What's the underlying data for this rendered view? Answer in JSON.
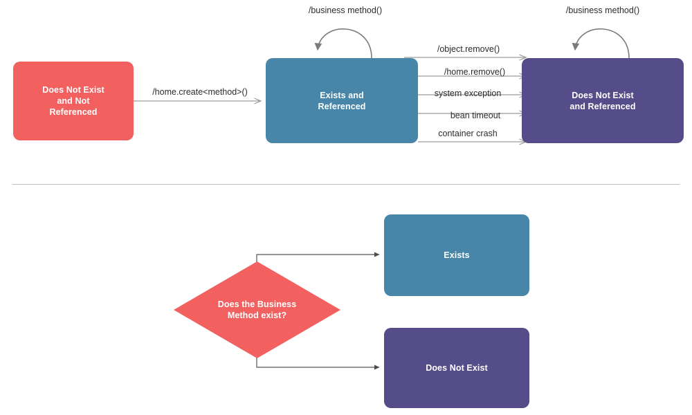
{
  "diagram": {
    "title_present": false,
    "colors": {
      "red": "#f2605f",
      "blue": "#4786a9",
      "purple": "#544d89",
      "edge": "#8a8a8a",
      "edge_dark": "#5a5a5a",
      "divider": "#bdbdbd",
      "text_on_shape": "#ffffff",
      "label_text": "#2b2b2b"
    },
    "sections": [
      {
        "name": "lifecycle-state-diagram",
        "nodes": [
          {
            "id": "does-not-exist-not-referenced",
            "label": "Does Not Exist\nand Not\nReferenced",
            "shape": "rounded-rect",
            "color": "red"
          },
          {
            "id": "exists-and-referenced",
            "label": "Exists and\nReferenced",
            "shape": "rounded-rect",
            "color": "blue"
          },
          {
            "id": "does-not-exist-and-referenced",
            "label": "Does Not Exist\nand Referenced",
            "shape": "rounded-rect",
            "color": "purple"
          }
        ],
        "edges": [
          {
            "id": "create-edge",
            "label": "/home.create<method>()",
            "from": "does-not-exist-not-referenced",
            "to": "exists-and-referenced"
          },
          {
            "id": "self-loop-exists",
            "label": "/business method()",
            "from": "exists-and-referenced",
            "to": "exists-and-referenced"
          },
          {
            "id": "self-loop-does-not-exist",
            "label": "/business method()",
            "from": "does-not-exist-and-referenced",
            "to": "does-not-exist-and-referenced"
          },
          {
            "id": "object-remove-edge",
            "label": "/object.remove()",
            "from": "exists-and-referenced",
            "to": "does-not-exist-and-referenced"
          },
          {
            "id": "home-remove-edge",
            "label": "/home.remove()",
            "from": "exists-and-referenced",
            "to": "does-not-exist-and-referenced"
          },
          {
            "id": "system-exception-edge",
            "label": "system exception",
            "from": "exists-and-referenced",
            "to": "does-not-exist-and-referenced"
          },
          {
            "id": "bean-timeout-edge",
            "label": "bean timeout",
            "from": "exists-and-referenced",
            "to": "does-not-exist-and-referenced"
          },
          {
            "id": "container-crash-edge",
            "label": "container crash",
            "from": "exists-and-referenced",
            "to": "does-not-exist-and-referenced"
          }
        ]
      },
      {
        "name": "decision-flowchart",
        "nodes": [
          {
            "id": "business-method-decision",
            "label": "Does the Business\nMethod exist?",
            "shape": "diamond",
            "color": "red"
          },
          {
            "id": "exists",
            "label": "Exists",
            "shape": "rounded-rect",
            "color": "blue"
          },
          {
            "id": "does-not-exist",
            "label": "Does Not Exist",
            "shape": "rounded-rect",
            "color": "purple"
          }
        ],
        "edges": [
          {
            "id": "decision-yes-edge",
            "label": "",
            "from": "business-method-decision",
            "to": "exists"
          },
          {
            "id": "decision-no-edge",
            "label": "",
            "from": "business-method-decision",
            "to": "does-not-exist"
          }
        ]
      }
    ]
  }
}
